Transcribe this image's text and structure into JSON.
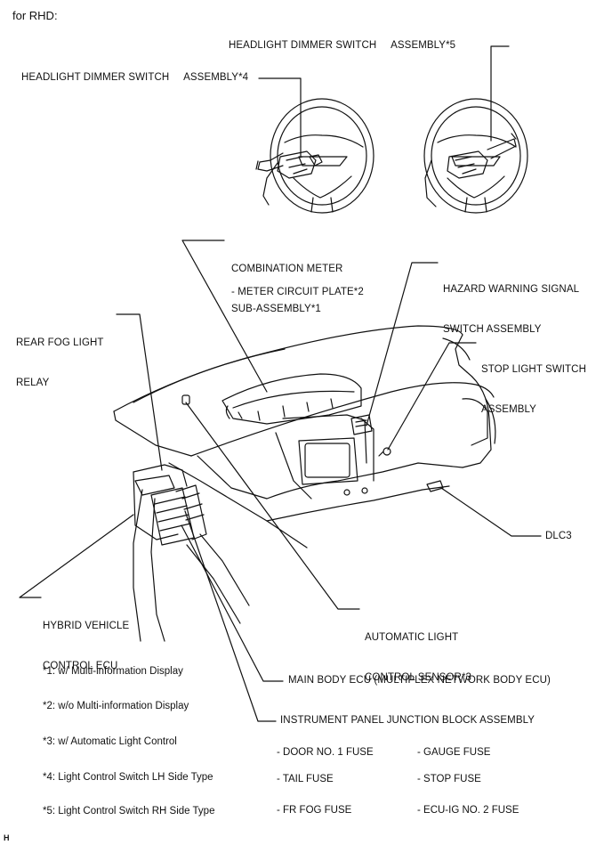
{
  "title": "for RHD:",
  "labels": {
    "dimmer_rh": "HEADLIGHT DIMMER SWITCH     ASSEMBLY*5",
    "dimmer_lh": "HEADLIGHT DIMMER SWITCH     ASSEMBLY*4",
    "combination_meter": [
      "COMBINATION METER",
      "SUB-ASSEMBLY*1"
    ],
    "meter_circuit_plate": "- METER CIRCUIT PLATE*2",
    "hazard": [
      "HAZARD WARNING SIGNAL",
      "SWITCH ASSEMBLY"
    ],
    "rear_fog": [
      "REAR FOG LIGHT",
      "RELAY"
    ],
    "stop_light": [
      "STOP LIGHT SWITCH",
      "ASSEMBLY"
    ],
    "dlc3": "DLC3",
    "hybrid_ecu": [
      "HYBRID VEHICLE",
      "CONTROL ECU"
    ],
    "auto_light": [
      "AUTOMATIC LIGHT",
      "CONTROL SENSOR*3"
    ],
    "main_body_ecu": "MAIN BODY ECU (MULTIPLEX NETWORK BODY ECU)",
    "ip_junction": "INSTRUMENT PANEL JUNCTION BLOCK ASSEMBLY"
  },
  "notes": [
    "*1: w/ Multi-information Display",
    "*2: w/o Multi-information Display",
    "*3: w/ Automatic Light Control",
    "*4: Light Control Switch LH Side Type",
    "*5: Light Control Switch RH Side Type"
  ],
  "fuses": [
    [
      "- DOOR NO. 1 FUSE",
      "- GAUGE FUSE"
    ],
    [
      "- TAIL FUSE",
      "- STOP FUSE"
    ],
    [
      "- FR FOG FUSE",
      "- ECU-IG NO. 2 FUSE"
    ]
  ],
  "corner_tag": "H"
}
